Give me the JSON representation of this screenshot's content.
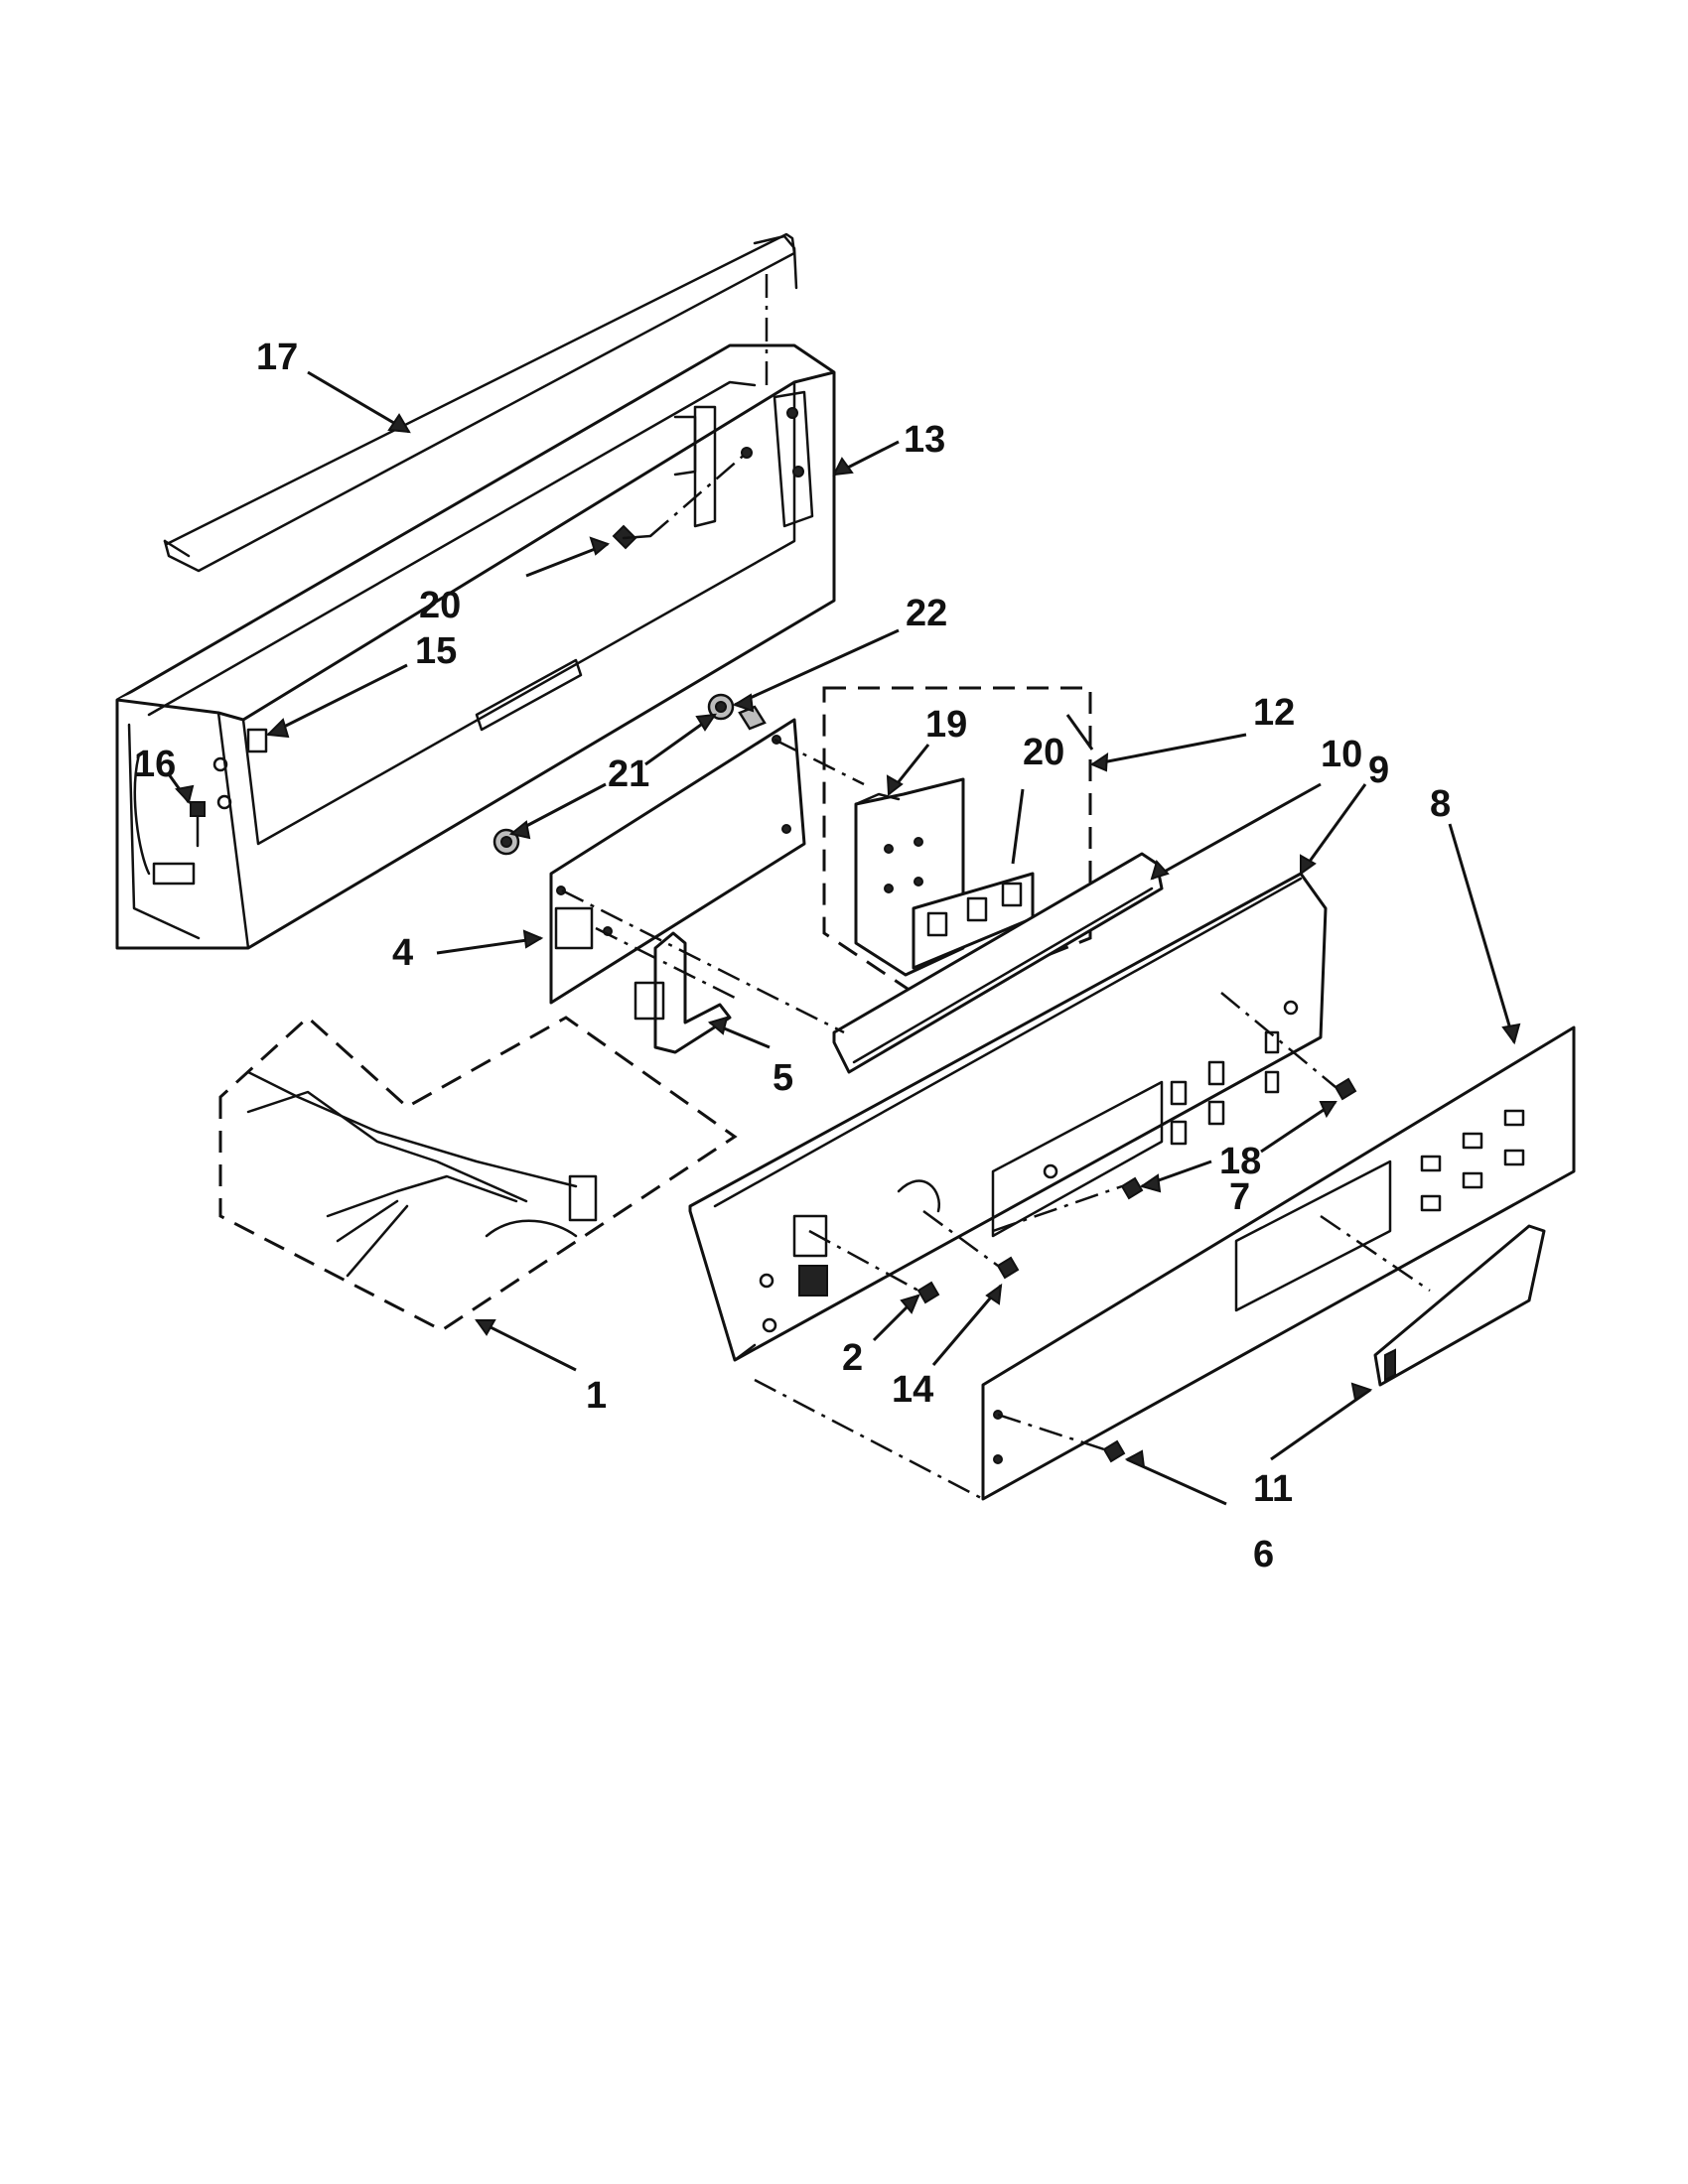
{
  "colors": {
    "ink": "#111111",
    "paper": "#ffffff",
    "shade": "#bdbdbd"
  },
  "callouts": [
    {
      "id": "c17",
      "label": "17"
    },
    {
      "id": "c13",
      "label": "13"
    },
    {
      "id": "c20a",
      "label": "20"
    },
    {
      "id": "c22",
      "label": "22"
    },
    {
      "id": "c15",
      "label": "15"
    },
    {
      "id": "c19",
      "label": "19"
    },
    {
      "id": "c12",
      "label": "12"
    },
    {
      "id": "c20b",
      "label": "20"
    },
    {
      "id": "c10",
      "label": "10"
    },
    {
      "id": "c9",
      "label": "9"
    },
    {
      "id": "c8",
      "label": "8"
    },
    {
      "id": "c16",
      "label": "16"
    },
    {
      "id": "c21",
      "label": "21"
    },
    {
      "id": "c4",
      "label": "4"
    },
    {
      "id": "c5",
      "label": "5"
    },
    {
      "id": "c18",
      "label": "18"
    },
    {
      "id": "c7",
      "label": "7"
    },
    {
      "id": "c2",
      "label": "2"
    },
    {
      "id": "c14",
      "label": "14"
    },
    {
      "id": "c1",
      "label": "1"
    },
    {
      "id": "c11",
      "label": "11"
    },
    {
      "id": "c6",
      "label": "6"
    }
  ]
}
